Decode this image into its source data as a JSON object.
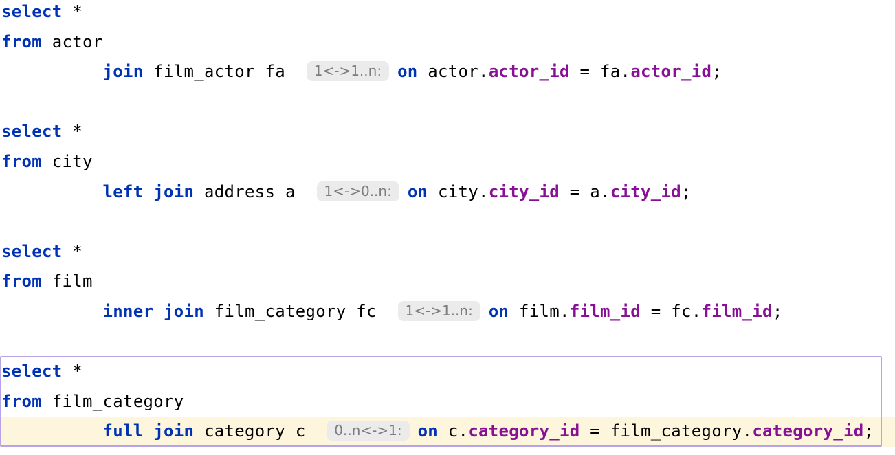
{
  "colors": {
    "background": "#ffffff",
    "keyword": "#0033b3",
    "plain": "#000000",
    "column": "#871094",
    "hint_text": "#7d7d7d",
    "hint_bg": "#ebebeb",
    "caret_row_bg": "#fdf6dd",
    "statement_border": "#b6a4e8"
  },
  "statements": [
    {
      "current": false,
      "lines": [
        {
          "caret_row": false,
          "segments": [
            {
              "type": "keyword",
              "text": "select"
            },
            {
              "type": "plain",
              "text": " *"
            }
          ]
        },
        {
          "caret_row": false,
          "segments": [
            {
              "type": "keyword",
              "text": "from"
            },
            {
              "type": "plain",
              "text": " actor"
            }
          ]
        },
        {
          "caret_row": false,
          "segments": [
            {
              "type": "plain",
              "text": "          "
            },
            {
              "type": "keyword",
              "text": "join"
            },
            {
              "type": "plain",
              "text": " film_actor fa "
            },
            {
              "type": "hint",
              "text": "1<->1..n:"
            },
            {
              "type": "keyword",
              "text": "on"
            },
            {
              "type": "plain",
              "text": " actor."
            },
            {
              "type": "column",
              "text": "actor_id"
            },
            {
              "type": "plain",
              "text": " = fa."
            },
            {
              "type": "column",
              "text": "actor_id"
            },
            {
              "type": "plain",
              "text": ";"
            }
          ]
        }
      ]
    },
    {
      "current": false,
      "lines": [
        {
          "caret_row": false,
          "segments": [
            {
              "type": "keyword",
              "text": "select"
            },
            {
              "type": "plain",
              "text": " *"
            }
          ]
        },
        {
          "caret_row": false,
          "segments": [
            {
              "type": "keyword",
              "text": "from"
            },
            {
              "type": "plain",
              "text": " city"
            }
          ]
        },
        {
          "caret_row": false,
          "segments": [
            {
              "type": "plain",
              "text": "          "
            },
            {
              "type": "keyword",
              "text": "left join"
            },
            {
              "type": "plain",
              "text": " address a "
            },
            {
              "type": "hint",
              "text": "1<->0..n:"
            },
            {
              "type": "keyword",
              "text": "on"
            },
            {
              "type": "plain",
              "text": " city."
            },
            {
              "type": "column",
              "text": "city_id"
            },
            {
              "type": "plain",
              "text": " = a."
            },
            {
              "type": "column",
              "text": "city_id"
            },
            {
              "type": "plain",
              "text": ";"
            }
          ]
        }
      ]
    },
    {
      "current": false,
      "lines": [
        {
          "caret_row": false,
          "segments": [
            {
              "type": "keyword",
              "text": "select"
            },
            {
              "type": "plain",
              "text": " *"
            }
          ]
        },
        {
          "caret_row": false,
          "segments": [
            {
              "type": "keyword",
              "text": "from"
            },
            {
              "type": "plain",
              "text": " film"
            }
          ]
        },
        {
          "caret_row": false,
          "segments": [
            {
              "type": "plain",
              "text": "          "
            },
            {
              "type": "keyword",
              "text": "inner join"
            },
            {
              "type": "plain",
              "text": " film_category fc "
            },
            {
              "type": "hint",
              "text": "1<->1..n:"
            },
            {
              "type": "keyword",
              "text": "on"
            },
            {
              "type": "plain",
              "text": " film."
            },
            {
              "type": "column",
              "text": "film_id"
            },
            {
              "type": "plain",
              "text": " = fc."
            },
            {
              "type": "column",
              "text": "film_id"
            },
            {
              "type": "plain",
              "text": ";"
            }
          ]
        }
      ]
    },
    {
      "current": true,
      "lines": [
        {
          "caret_row": false,
          "segments": [
            {
              "type": "keyword",
              "text": "select"
            },
            {
              "type": "plain",
              "text": " *"
            }
          ]
        },
        {
          "caret_row": false,
          "segments": [
            {
              "type": "keyword",
              "text": "from"
            },
            {
              "type": "plain",
              "text": " film_category"
            }
          ]
        },
        {
          "caret_row": true,
          "segments": [
            {
              "type": "plain",
              "text": "          "
            },
            {
              "type": "keyword",
              "text": "full join"
            },
            {
              "type": "plain",
              "text": " category c "
            },
            {
              "type": "hint",
              "text": "0..n<->1:"
            },
            {
              "type": "keyword",
              "text": "on"
            },
            {
              "type": "plain",
              "text": " c."
            },
            {
              "type": "column",
              "text": "category_id"
            },
            {
              "type": "plain",
              "text": " = film_category."
            },
            {
              "type": "column",
              "text": "category_id"
            },
            {
              "type": "plain",
              "text": ";"
            }
          ]
        }
      ]
    }
  ]
}
